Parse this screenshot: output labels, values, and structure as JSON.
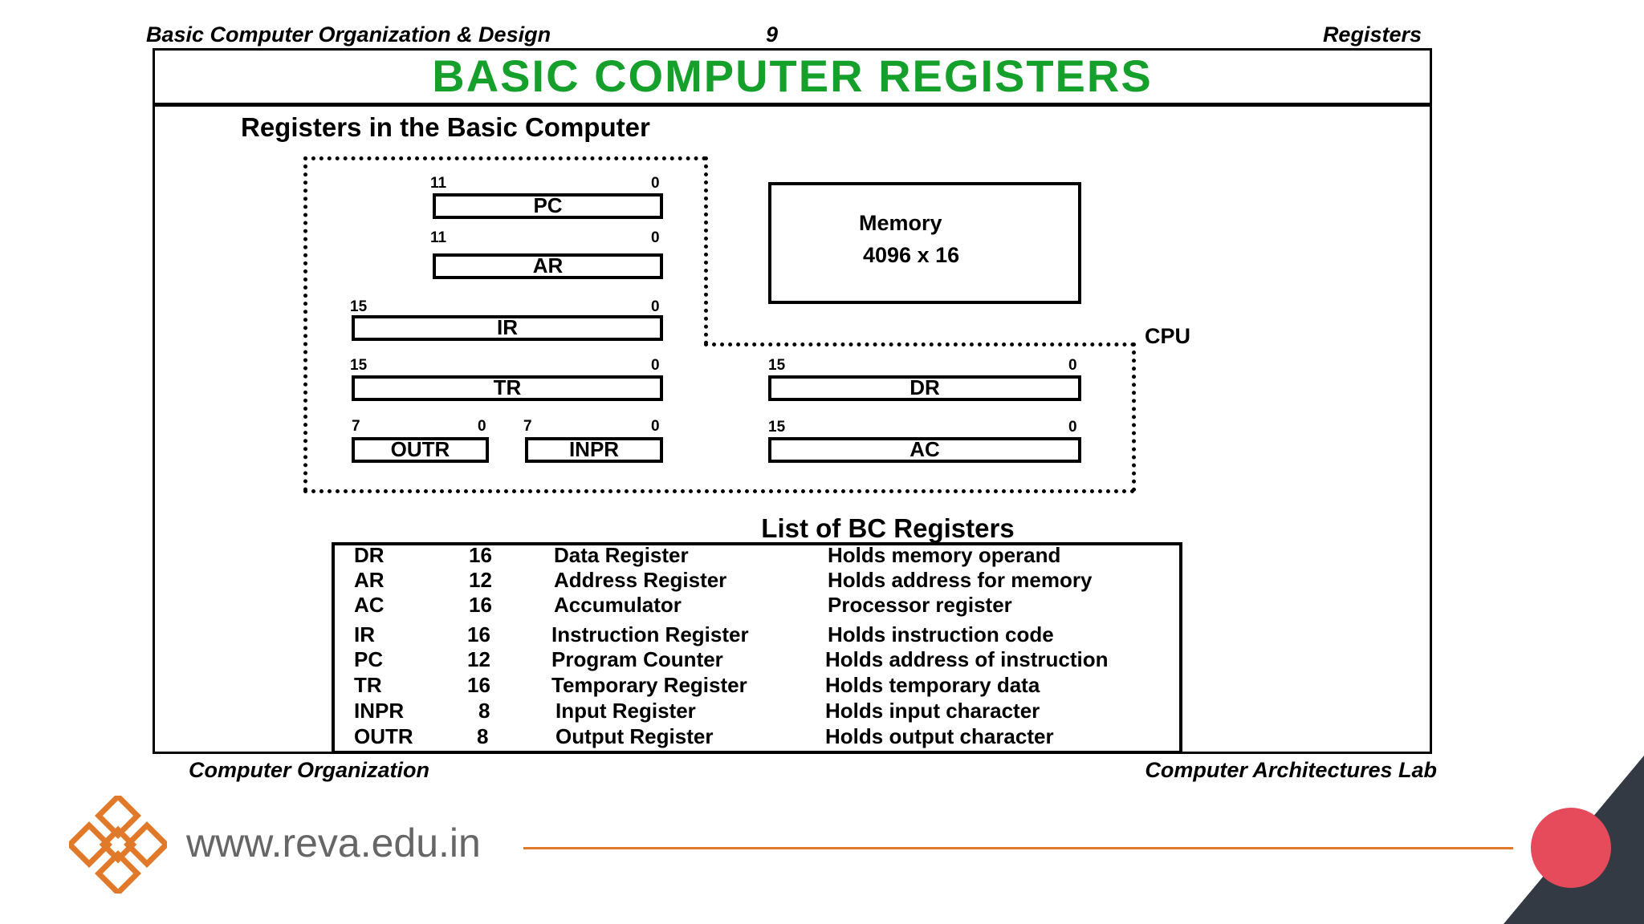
{
  "header": {
    "left": "Basic Computer Organization & Design",
    "page_number": "9",
    "right": "Registers"
  },
  "title": "BASIC COMPUTER  REGISTERS",
  "subtitle": "Registers in the Basic Computer",
  "diagram": {
    "registers": [
      {
        "name": "PC",
        "msb": "11",
        "lsb": "0"
      },
      {
        "name": "AR",
        "msb": "11",
        "lsb": "0"
      },
      {
        "name": "IR",
        "msb": "15",
        "lsb": "0"
      },
      {
        "name": "TR",
        "msb": "15",
        "lsb": "0"
      },
      {
        "name": "OUTR",
        "msb": "7",
        "lsb": "0"
      },
      {
        "name": "INPR",
        "msb": "7",
        "lsb": "0"
      },
      {
        "name": "DR",
        "msb": "15",
        "lsb": "0"
      },
      {
        "name": "AC",
        "msb": "15",
        "lsb": "0"
      }
    ],
    "memory": {
      "label": "Memory",
      "size": "4096 x 16"
    },
    "cpu_label": "CPU"
  },
  "list": {
    "title": "List of BC Registers",
    "rows": [
      [
        "DR",
        "16",
        "Data Register",
        "Holds memory operand"
      ],
      [
        "AR",
        "12",
        "Address Register",
        "Holds address for memory"
      ],
      [
        "AC",
        "16",
        "Accumulator",
        "Processor register"
      ],
      [
        "IR",
        "16",
        "Instruction Register",
        "Holds instruction code"
      ],
      [
        "PC",
        "12",
        "Program Counter",
        "Holds address of instruction"
      ],
      [
        "TR",
        "16",
        "Temporary Register",
        "Holds temporary data"
      ],
      [
        "INPR",
        "8",
        "Input Register",
        "Holds input character"
      ],
      [
        "OUTR",
        "8",
        "Output Register",
        "Holds output character"
      ]
    ]
  },
  "footer": {
    "left": "Computer Organization",
    "right": "Computer Architectures Lab"
  },
  "branding": {
    "url": "www.reva.edu.in",
    "accent": "#e07a2a",
    "title_color": "#14a02a",
    "circle_color": "#e54b5a"
  }
}
